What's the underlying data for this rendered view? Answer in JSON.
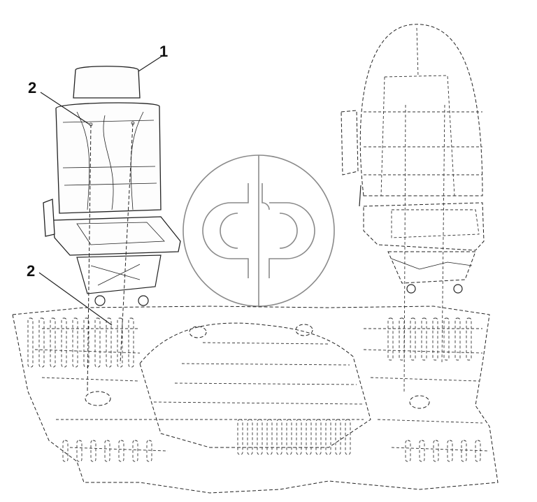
{
  "diagram": {
    "callouts": [
      {
        "id": "headrest",
        "label": "1"
      },
      {
        "id": "seat-screw",
        "label": "2"
      },
      {
        "id": "floor-screw",
        "label": "2"
      }
    ],
    "colors": {
      "line": "#222222",
      "watermark": "#8a8a8a",
      "background": "#ffffff"
    },
    "icons": {
      "watermark": "cp-logo-watermark"
    }
  }
}
